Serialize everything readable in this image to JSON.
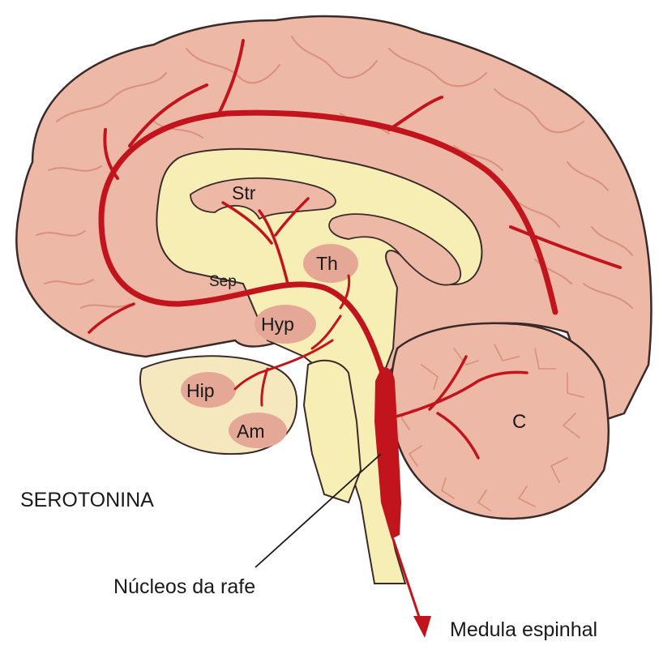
{
  "title": "SEROTONINA",
  "regions": {
    "striatum": "Str",
    "thalamus": "Th",
    "septum": "Sep",
    "hypothalamus": "Hyp",
    "hippocampus": "Hip",
    "amygdala": "Am",
    "cerebellum": "C"
  },
  "annotations": {
    "raphe_nuclei": "Núcleos da rafe",
    "spinal_cord": "Medula espinhal"
  },
  "colors": {
    "cortex": "#EDB8A5",
    "cortex_line": "#3a2a2a",
    "gyri": "#D9907C",
    "deep_structures": "#F6EEB4",
    "limbic": "#F5E8BE",
    "nucleus_oval": "#E5A896",
    "pathway": "#C2141C"
  }
}
